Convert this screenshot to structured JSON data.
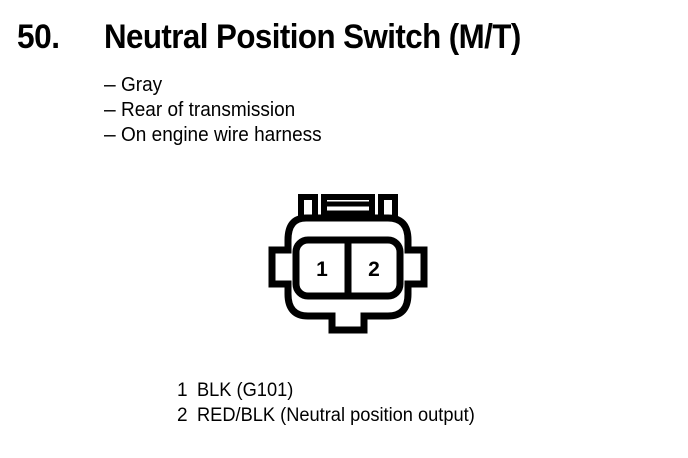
{
  "page": {
    "background_color": "#ffffff",
    "ink_color": "#000000"
  },
  "header": {
    "item_number": "50.",
    "title": "Neutral Position Switch (M/T)"
  },
  "specs": {
    "dash": "–",
    "items": [
      {
        "label": "Gray"
      },
      {
        "label": "Rear of transmission"
      },
      {
        "label": "On engine wire harness"
      }
    ]
  },
  "connector": {
    "name": "two-cavity-connector",
    "cavity_count": 2,
    "cavities": [
      {
        "number": "1"
      },
      {
        "number": "2"
      }
    ],
    "locking_tabs": {
      "top_slots": 2,
      "top_posts": 2,
      "side_ears": 2,
      "bottom_tab": 1
    }
  },
  "legend": {
    "rows": [
      {
        "pin": "1",
        "description": "BLK (G101)"
      },
      {
        "pin": "2",
        "description": "RED/BLK (Neutral position output)"
      }
    ]
  }
}
